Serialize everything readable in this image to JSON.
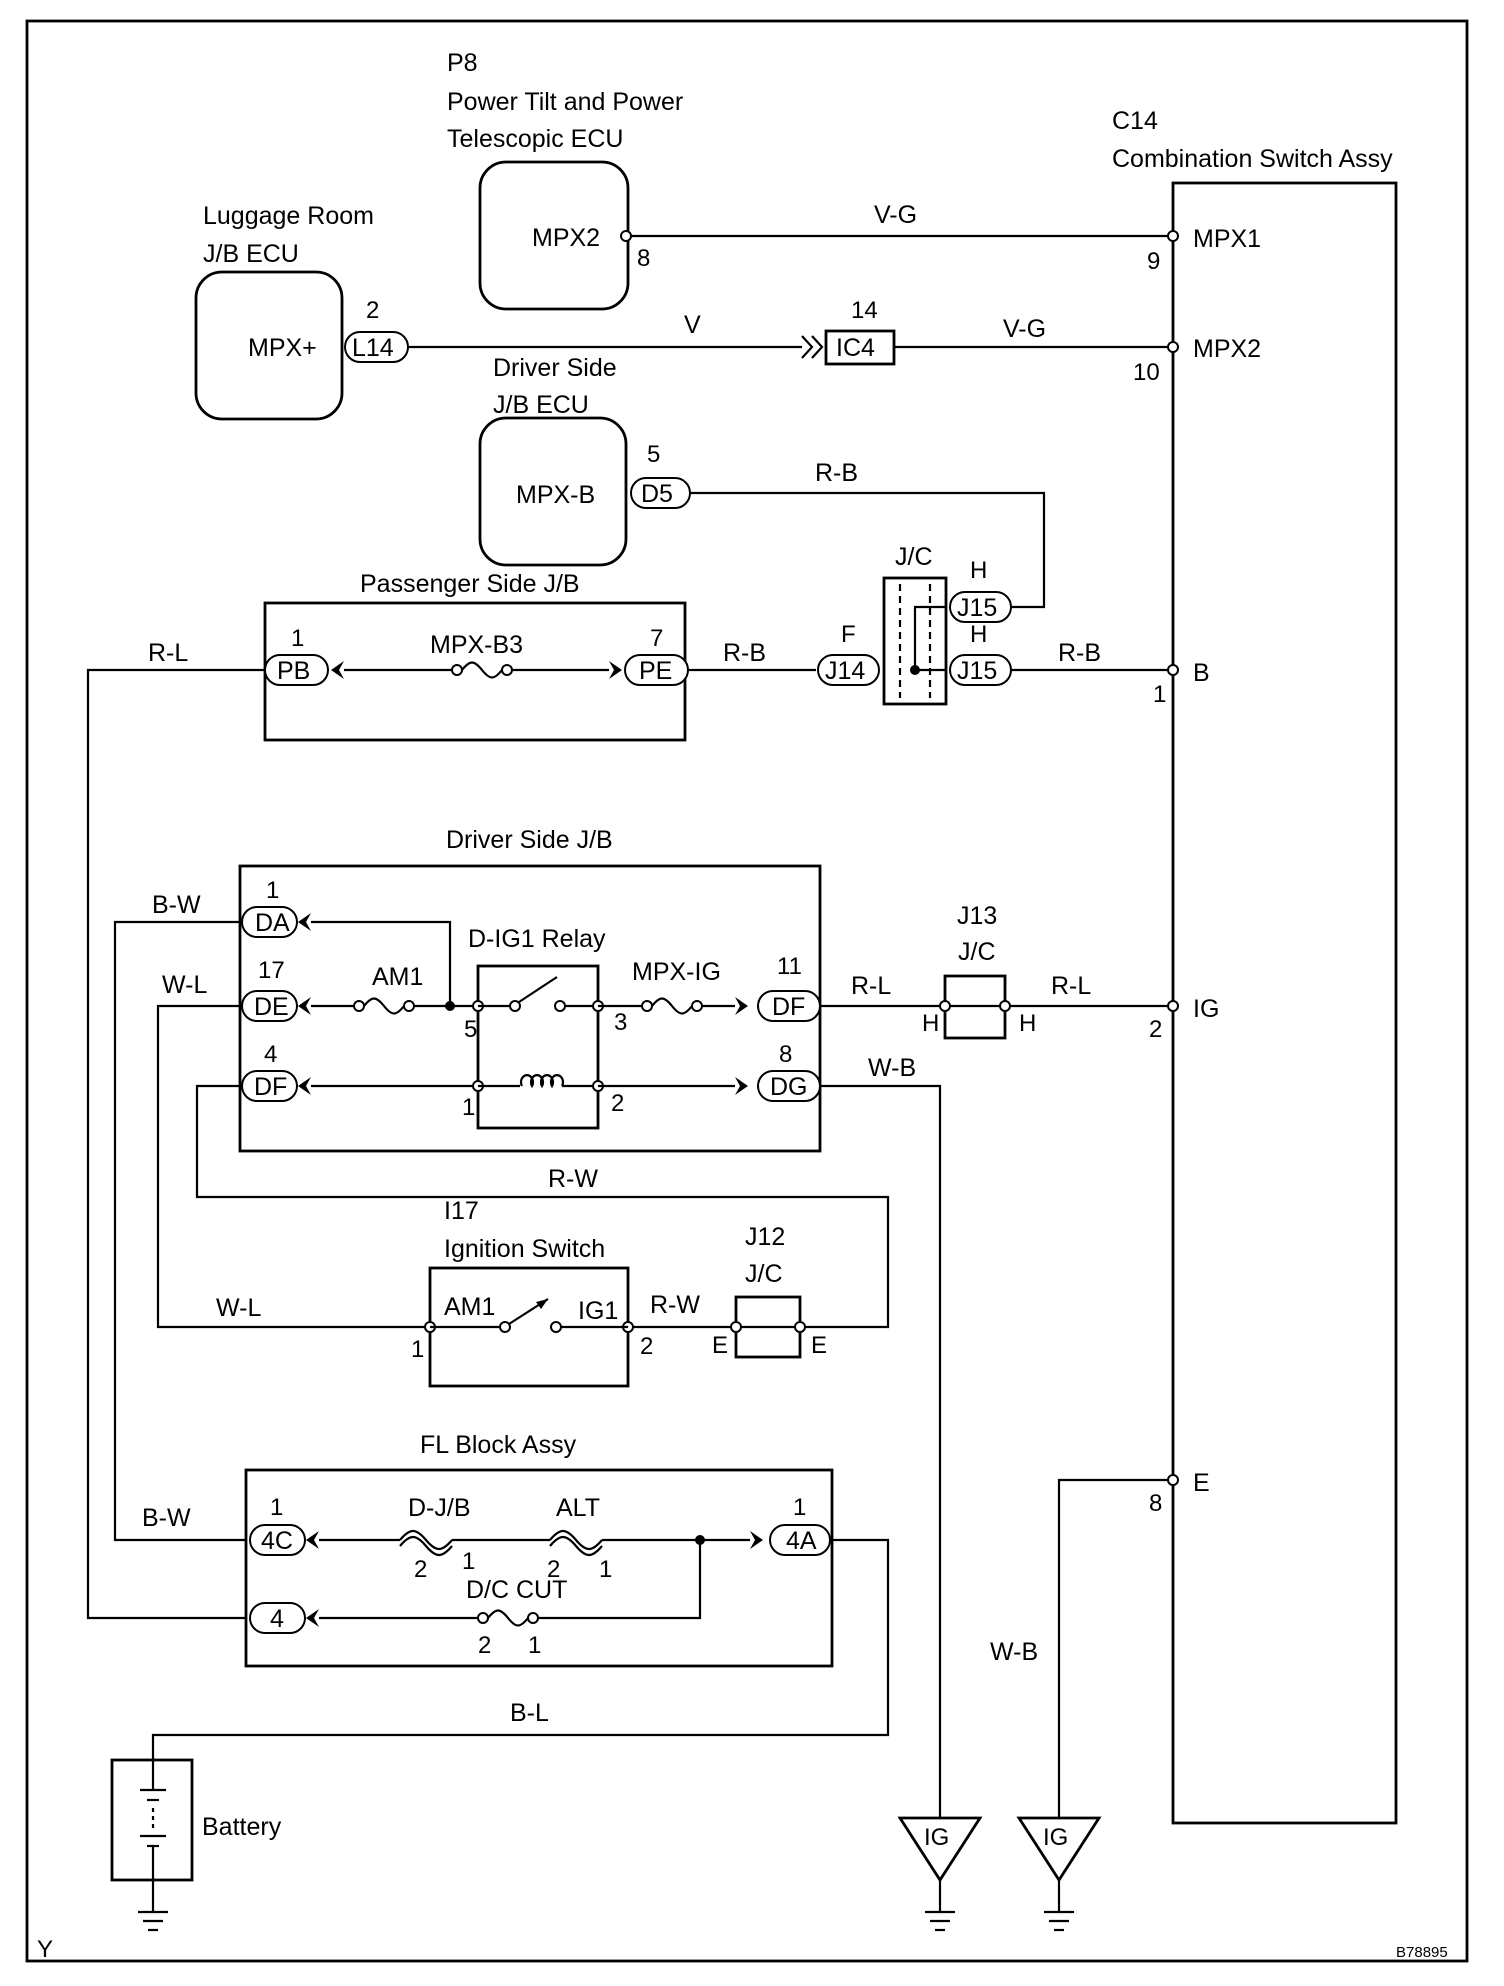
{
  "frame": {
    "corner_left": "Y",
    "corner_right": "B78895"
  },
  "components": {
    "p8": {
      "code": "P8",
      "name_line1": "Power Tilt and Power",
      "name_line2": "Telescopic ECU",
      "terminal": "MPX2",
      "pin": "8"
    },
    "luggage": {
      "name_line1": "Luggage Room",
      "name_line2": "J/B ECU",
      "terminal": "MPX+",
      "pin": "2",
      "connector": "L14"
    },
    "driver_ecu": {
      "name_line1": "Driver Side",
      "name_line2": "J/B ECU",
      "terminal": "MPX-B",
      "pin": "5",
      "connector": "D5"
    },
    "c14": {
      "code": "C14",
      "name": "Combination Switch Assy",
      "terminals": [
        {
          "pin": "9",
          "name": "MPX1"
        },
        {
          "pin": "10",
          "name": "MPX2"
        },
        {
          "pin": "1",
          "name": "B"
        },
        {
          "pin": "2",
          "name": "IG"
        },
        {
          "pin": "8",
          "name": "E"
        }
      ]
    },
    "ic4": {
      "pin": "14",
      "label": "IC4"
    },
    "jc_top": {
      "label": "J/C",
      "conn_j15_top": "J15",
      "conn_j15_bottom": "J15",
      "conn_j14": "J14",
      "letter_h1": "H",
      "letter_h2": "H",
      "letter_f": "F"
    },
    "passenger_jb": {
      "name": "Passenger Side J/B",
      "fuse": "MPX-B3",
      "pin_left": "1",
      "conn_left": "PB",
      "pin_right": "7",
      "conn_right": "PE"
    },
    "driver_jb": {
      "name": "Driver Side J/B",
      "relay": "D-IG1 Relay",
      "fuse_am1": "AM1",
      "fuse_mpxig": "MPX-IG",
      "connectors": [
        {
          "pin": "1",
          "label": "DA"
        },
        {
          "pin": "17",
          "label": "DE"
        },
        {
          "pin": "4",
          "label": "DF"
        },
        {
          "pin": "11",
          "label": "DF"
        },
        {
          "pin": "8",
          "label": "DG"
        }
      ],
      "relay_pins": {
        "p5": "5",
        "p3": "3",
        "p1": "1",
        "p2": "2"
      }
    },
    "j13": {
      "code": "J13",
      "label": "J/C",
      "left": "H",
      "right": "H"
    },
    "ignition": {
      "code": "I17",
      "name": "Ignition Switch",
      "term_am1": "AM1",
      "term_ig1": "IG1",
      "pin1": "1",
      "pin2": "2"
    },
    "j12": {
      "code": "J12",
      "label": "J/C",
      "left": "E",
      "right": "E"
    },
    "fl_block": {
      "name": "FL Block Assy",
      "fuse_djb": "D-J/B",
      "fuse_alt": "ALT",
      "fuse_dc": "D/C CUT",
      "conn_4c_pin": "1",
      "conn_4c": "4C",
      "conn_4": "4",
      "conn_4a_pin": "1",
      "conn_4a": "4A",
      "djb_pins": [
        "2",
        "1"
      ],
      "alt_pins": [
        "2",
        "1"
      ],
      "dc_pins": [
        "2",
        "1"
      ]
    },
    "battery": {
      "name": "Battery"
    },
    "grounds": [
      {
        "label": "IG"
      },
      {
        "label": "IG"
      }
    ]
  },
  "wires": {
    "v_g_top": "V-G",
    "v": "V",
    "v_g_mid": "V-G",
    "r_b_d5": "R-B",
    "r_l_pb": "R-L",
    "r_b_pe": "R-B",
    "r_b_b": "R-B",
    "b_w_da": "B-W",
    "w_l_de": "W-L",
    "r_l_df": "R-L",
    "r_l_ig": "R-L",
    "w_b_dg": "W-B",
    "r_w_top": "R-W",
    "w_l_ign": "W-L",
    "r_w_ign": "R-W",
    "b_w_4c": "B-W",
    "b_l": "B-L",
    "w_b_e": "W-B"
  }
}
